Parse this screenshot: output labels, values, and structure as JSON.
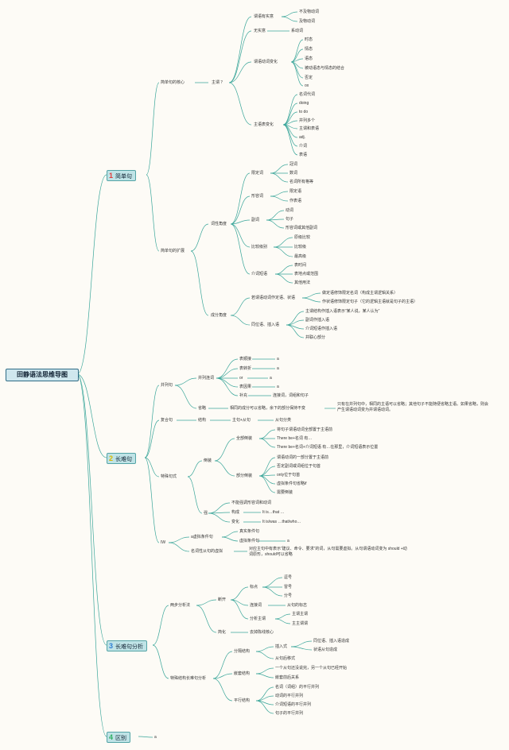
{
  "root": "田静语法思维导图",
  "colors": {
    "link": "#3aa69a",
    "n1": "#e23b3b",
    "n2": "#d9b800",
    "n3": "#2d7fd5",
    "n4": "#2fae62"
  },
  "mains": [
    {
      "num": "1",
      "label": "简单句"
    },
    {
      "num": "2",
      "label": "长难句"
    },
    {
      "num": "3",
      "label": "长难句分析"
    },
    {
      "num": "4",
      "label": "区别"
    }
  ],
  "nodes": {
    "a": "简单句的核心",
    "a1": "主谓 ？",
    "a1_1": "谓语有实意",
    "a1_1a": "不及物动词",
    "a1_1b": "及物动词",
    "a1_2": "无实意",
    "a1_2a": "系动词",
    "a1_3": "谓语动词变化",
    "a1_3a": "时态",
    "a1_3b": "情态",
    "a1_3c": "语态",
    "a1_3d": "被动语态与情态的结合",
    "a1_3e": "否定",
    "a1_3f": "ox",
    "a1_4": "主语表变化",
    "a1_4a": "名词代词",
    "a1_4b": "doing",
    "a1_4c": "to do",
    "a1_4d": "并列多个",
    "a1_4e": "主谓和表语",
    "a1_4f": "adj.",
    "a1_4g": "介词",
    "a1_4h": "表语",
    "b": "简单句的扩展",
    "b1": "词性角度",
    "b1_1": "限定词",
    "b1_1a": "冠词",
    "b1_1b": "数词",
    "b1_1c": "名词所有格等",
    "b1_2": "形容词",
    "b1_2a": "限定语",
    "b1_2b": "作表语",
    "b1_3": "副词",
    "b1_3a": "动词",
    "b1_3b": "句子",
    "b1_3c": "形容词或其他副词",
    "b1_4": "比较级别",
    "b1_4a": "原级比较",
    "b1_4b": "比较级",
    "b1_4c": "最高级",
    "b1_5": "介词短语",
    "b1_5a": "表时间",
    "b1_5b": "表地点或范围",
    "b1_5c": "其他用法",
    "b2": "成分角度",
    "b2_1": "若谓语动词作定语、状语",
    "b2_1a": "做定语修饰限定名词（构成主谓逻辑关系）",
    "b2_1b": "作状语修饰限定句子（它的逻辑主语就是句子的主语）",
    "b2_2": "同位语、插入语",
    "b2_2a": "主谓结构作插入语表示“某人说，某人认为”",
    "b2_2b": "副词作插入语",
    "b2_2c": "介词短语作插入语",
    "b2_2d": "并联心部分",
    "c": "并列句",
    "c1": "并列连词",
    "c1_1": "表顺接",
    "c1_1v": "a",
    "c1_2": "表转折",
    "c1_2v": "a",
    "c1_3": "or",
    "c1_3v": "a",
    "c1_4": "表因果",
    "c1_4v": "a",
    "c1_5": "补充",
    "c1_5a": "连接词，词组和句子",
    "c2": "省略",
    "c2_1": "相同的成分可以省略，余下的部分保持不变",
    "c2_2": "只有在并列句中，相同的主语可以省略；其他句子不能随便省略主语。如果省略，则会产生谓语动词变为并谓语动词。",
    "d": "复合句",
    "d1": "结构",
    "d1_1": "主句+从句",
    "d1_2": "从句分类",
    "e": "特殊句式",
    "e1": "倒装",
    "e1_1": "全部倒装",
    "e1_1a": "将句子谓语动词全部置于主语前",
    "e1_1b": "There be+名词 有…",
    "e1_1c": "There be+名词+介词短语 有…在那里，介词短语表示位置",
    "e1_2": "部分倒装",
    "e1_2a": "谓语动词的一部分置于主语前",
    "e1_2b": "否定副词或词组位于句首",
    "e1_2c": "only位于句首",
    "e1_2d": "虚拟条件句省略if",
    "e1_2e": "需要倒装",
    "e2": "强",
    "e2_1": "不能强调形容词和动词",
    "e2_2": "构成",
    "e2_2a": "It is…that …",
    "e2_3": "变化",
    "e2_3a": "It is/was …that/who…",
    "f": "IW",
    "f1": "a虚拟条件句",
    "f1a": "真实条件句",
    "f1b": "虚拟条件句",
    "f1b_v": "a",
    "f2": "名词性从句的虚拟",
    "f2_1": "对应主句中有表示“建议、命令、要求”的词，从句需要虚拟。从句谓语动词变为 should +动词原形，should可以省略",
    "g": "两步分析法",
    "g1": "断开",
    "g1_1": "标点",
    "g1_1a": "逗号",
    "g1_1b": "冒号",
    "g1_1c": "分号",
    "g1_2": "连接词",
    "g1_2a": "从句的标志",
    "g1_3": "分析主谓",
    "g1_3a": "主谓主谓",
    "g1_3b": "主主谓谓",
    "g2": "简化",
    "g2_1": "去掉陈线核心",
    "h": "特殊结构长难句分析",
    "h1": "分隔结构",
    "h1_1": "插入式",
    "h1_1a": "同位语、插入语造成",
    "h1_1b": "状语从句造成",
    "h1_2": "从句后移式",
    "h2": "嵌套结构",
    "h2_1": "一个从句还没说完，另一个从句已经开始",
    "h2_2": "嵌套前后关系",
    "h3": "平行结构",
    "h3_1": "名词（词组）的平行并列",
    "h3_2": "动词的平行并列",
    "h3_3": "介词短语的平行并列",
    "h3_4": "句子的平行并列",
    "i1": "a"
  }
}
